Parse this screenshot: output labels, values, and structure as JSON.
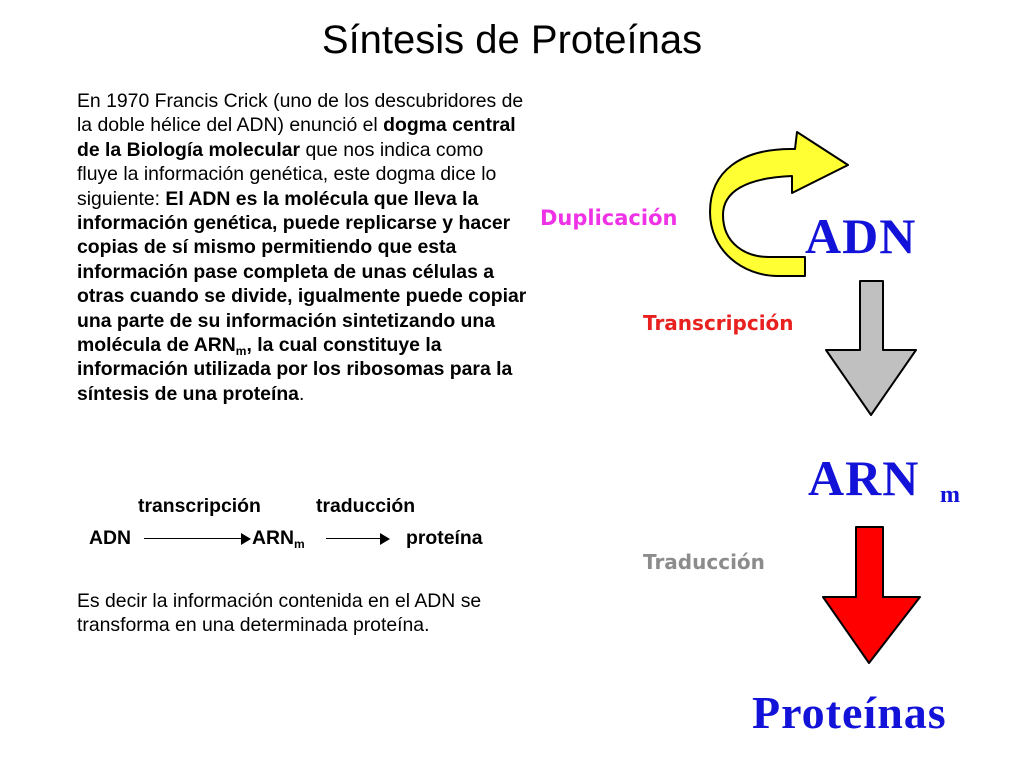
{
  "slide": {
    "title": "Síntesis de Proteínas"
  },
  "intro": {
    "t1": "En 1970 Francis Crick (uno de los descubridores de la doble hélice del ADN) enunció el ",
    "b1": "dogma central de la Biología molecular",
    "t2": " que nos indica como fluye la información genética, este dogma  dice lo siguiente: ",
    "b2": "El ADN es la molécula que lleva la información genética, puede replicarse y hacer copias de sí mismo permitiendo que esta información pase completa de unas células a otras cuando se divide, igualmente puede copiar una parte de su información sintetizando una molécula de ARN",
    "b2_sub": "m",
    "b3": ", la cual constituye la información utilizada por los ribosomas para la síntesis de una proteína",
    "t3": "."
  },
  "flow": {
    "label1": "transcripción",
    "label2": "traducción",
    "n1": "ADN",
    "n2": "ARN",
    "n2_sub": "m",
    "n3": "proteína"
  },
  "conclusion": "Es decir la información contenida en el ADN se transforma en una determinada proteína.",
  "diagram": {
    "duplicacion": "Duplicación",
    "transcripcion": "Transcripción",
    "traduccion": "Traducción",
    "adn": "ADN",
    "arn": "ARN",
    "arn_sub": "m",
    "proteinas": "Proteínas",
    "colors": {
      "duplicacion_label": "#f032e6",
      "transcripcion_label": "#e8201e",
      "traduccion_label": "#8c8c8c",
      "molecule_text": "#1212d8",
      "curved_arrow": "#ffff33",
      "gray_arrow": "#c0c0c0",
      "red_arrow": "#ff0000"
    }
  }
}
